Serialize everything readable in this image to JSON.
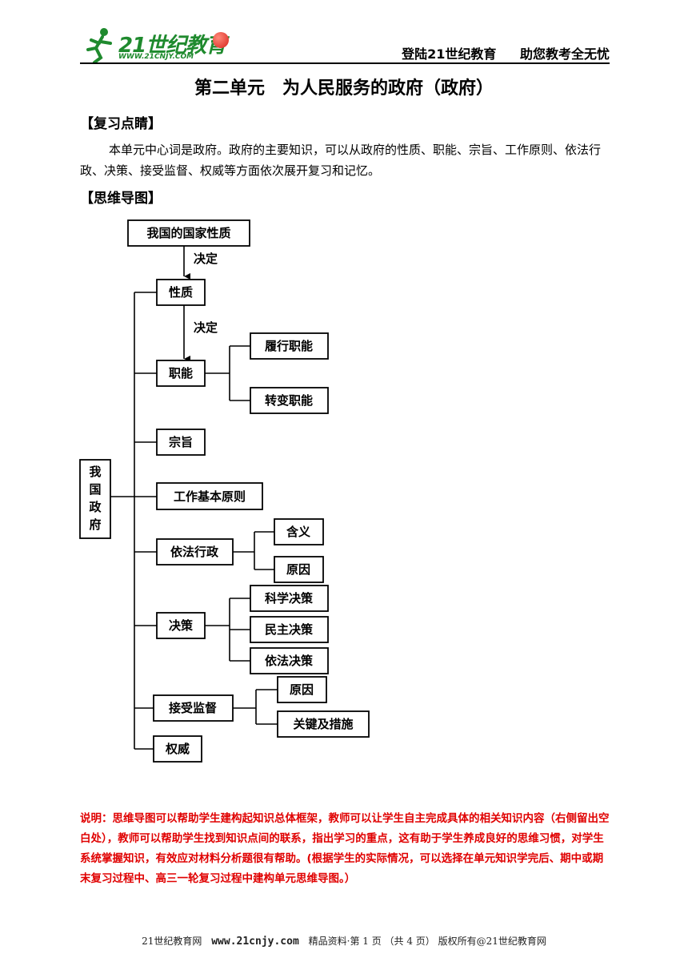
{
  "header": {
    "logo_text": "21世纪教育",
    "logo_url": "WWW.21CNJY.COM",
    "slogan_left": "登陆21世纪教育",
    "slogan_right": "助您教考全无忧"
  },
  "title": {
    "part1": "第二单元",
    "part2": "为人民服务的政府（政府）"
  },
  "review": {
    "heading": "【复习点睛】",
    "body": "本单元中心词是政府。政府的主要知识，可以从政府的性质、职能、宗旨、工作原则、依法行政、决策、接受监督、权威等方面依次展开复习和记忆。"
  },
  "mindmap": {
    "heading": "【思维导图】",
    "top": "我国的国家性质",
    "root_chars": [
      "我",
      "国",
      "政",
      "府"
    ],
    "arrow1": "决定",
    "arrow2": "决定",
    "nodes": {
      "nature": "性质",
      "function": "职能",
      "purpose": "宗旨",
      "principle": "工作基本原则",
      "law": "依法行政",
      "decision": "决策",
      "supervision": "接受监督",
      "authority": "权威"
    },
    "leaves": {
      "function_1": "履行职能",
      "function_2": "转变职能",
      "law_1": "含义",
      "law_2": "原因",
      "decision_1": "科学决策",
      "decision_2": "民主决策",
      "decision_3": "依法决策",
      "supervision_1": "原因",
      "supervision_2": "关键及措施"
    }
  },
  "note": "说明：思维导图可以帮助学生建构起知识总体框架，教师可以让学生自主完成具体的相关知识内容（右侧留出空白处），教师可以帮助学生找到知识点间的联系，指出学习的重点，这有助于学生养成良好的思维习惯，对学生系统掌握知识，有效应对材料分析题很有帮助。(根据学生的实际情况，可以选择在单元知识学完后、期中或期末复习过程中、高三一轮复习过程中建构单元思维导图。）",
  "footer": {
    "site": "21世纪教育网",
    "url": "www.21cnjy.com",
    "info": "精品资料·第 1 页 （共 4 页） 版权所有@21世纪教育网"
  },
  "colors": {
    "brand_green": "#1f8a2e",
    "note_red": "#e00000"
  }
}
